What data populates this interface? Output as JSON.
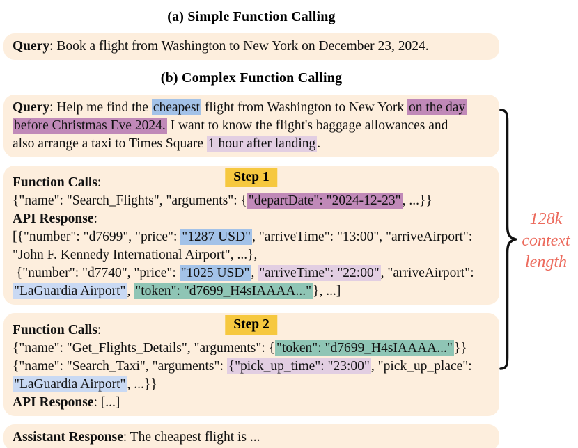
{
  "colors": {
    "box_bg": "#fdeedd",
    "blue": "#a3c2e8",
    "purple": "#c089b8",
    "lavender": "#e2cee2",
    "lightblue": "#c9d9f3",
    "teal": "#8fc5b5",
    "badge_yellow": "#f6c83f",
    "context_red": "#ec6a5c",
    "brace_black": "#111111"
  },
  "headings": {
    "a": "(a) Simple Function Calling",
    "b": "(b) Complex Function Calling"
  },
  "badges": {
    "step1": "Step 1",
    "step2": "Step 2"
  },
  "context_label": {
    "line1": "128k",
    "line2": "context",
    "line3": "length"
  },
  "boxes": {
    "simple_query": {
      "lines": [
        [
          {
            "t": "Query",
            "b": true
          },
          {
            "t": ": Book a flight from Washington to New York on December 23, 2024."
          }
        ]
      ]
    },
    "complex_query": {
      "lines": [
        [
          {
            "t": "Query",
            "b": true
          },
          {
            "t": ": Help me find the "
          },
          {
            "t": "cheapest",
            "hl": "blue"
          },
          {
            "t": " flight from Washington to New York "
          },
          {
            "t": "on the day",
            "hl": "purple"
          }
        ],
        [
          {
            "t": "before Christmas Eve 2024.",
            "hl": "purple"
          },
          {
            "t": " I want to know the flight's baggage allowances and"
          }
        ],
        [
          {
            "t": "also arrange a taxi to Times Square "
          },
          {
            "t": "1 hour after landing",
            "hl": "lavender"
          },
          {
            "t": "."
          }
        ]
      ]
    },
    "step1": {
      "lines": [
        [
          {
            "t": "Function Calls",
            "b": true
          },
          {
            "t": ":"
          }
        ],
        [
          {
            "t": "{\"name\": \"Search_Flights\", \"arguments\": {"
          },
          {
            "t": "\"departDate\": \"2024-12-23\"",
            "hl": "purple"
          },
          {
            "t": ", ...}}"
          }
        ],
        [
          {
            "t": "API Response",
            "b": true
          },
          {
            "t": ":"
          }
        ],
        [
          {
            "t": "[{\"number\": \"d7699\", \"price\": "
          },
          {
            "t": "\"1287 USD\"",
            "hl": "blue"
          },
          {
            "t": ", \"arriveTime\": \"13:00\", \"arriveAirport\":"
          }
        ],
        [
          {
            "t": "\"John F. Kennedy International Airport\", ...},"
          }
        ],
        [
          {
            "t": " {\"number\": \"d7740\", \"price\": "
          },
          {
            "t": "\"1025 USD\"",
            "hl": "blue"
          },
          {
            "t": ", "
          },
          {
            "t": "\"arriveTime\": \"22:00\"",
            "hl": "lavender"
          },
          {
            "t": ", \"arriveAirport\":"
          }
        ],
        [
          {
            "t": "\"LaGuardia Airport\"",
            "hl": "lightblue"
          },
          {
            "t": ", "
          },
          {
            "t": "\"token\": \"d7699_H4sIAAAA...\"",
            "hl": "teal"
          },
          {
            "t": "}, ...]"
          }
        ]
      ]
    },
    "step2": {
      "lines": [
        [
          {
            "t": "Function Calls",
            "b": true
          },
          {
            "t": ":"
          }
        ],
        [
          {
            "t": "{\"name\": \"Get_Flights_Details\", \"arguments\": {"
          },
          {
            "t": "\"token\": \"d7699_H4sIAAAA...\"",
            "hl": "teal"
          },
          {
            "t": "}}"
          }
        ],
        [
          {
            "t": "{\"name\": \"Search_Taxi\", \"arguments\": "
          },
          {
            "t": "{\"pick_up_time\": \"23:00\"",
            "hl": "lavender"
          },
          {
            "t": ", \"pick_up_place\":"
          }
        ],
        [
          {
            "t": "\"LaGuardia Airport\"",
            "hl": "lightblue"
          },
          {
            "t": ", ...}}"
          }
        ],
        [
          {
            "t": "API Response",
            "b": true
          },
          {
            "t": ": [...]"
          }
        ]
      ]
    },
    "assistant": {
      "lines": [
        [
          {
            "t": "Assistant Response",
            "b": true
          },
          {
            "t": ": The cheapest flight is ..."
          }
        ]
      ]
    }
  }
}
